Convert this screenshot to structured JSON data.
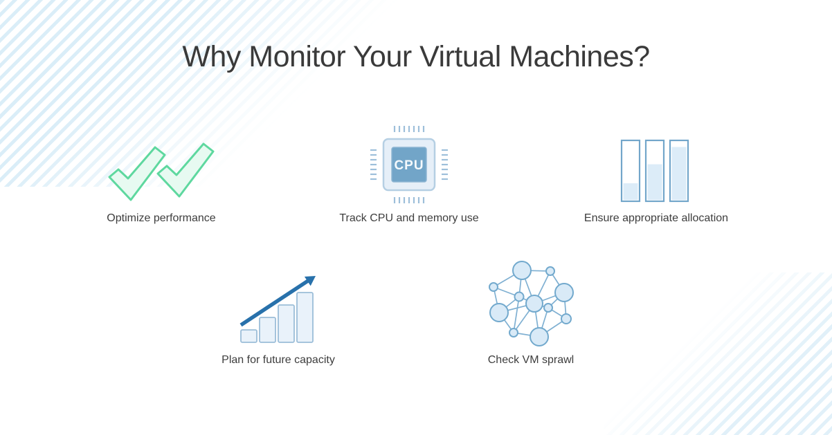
{
  "title": "Why Monitor Your Virtual Machines?",
  "features": [
    {
      "label": "Optimize performance",
      "icon": "double-checkmark-icon"
    },
    {
      "label": "Track CPU and memory use",
      "icon": "cpu-chip-icon",
      "chip_text": "CPU"
    },
    {
      "label": "Ensure appropriate allocation",
      "icon": "allocation-gauges-icon",
      "fill_levels_pct": [
        28,
        60,
        85
      ]
    },
    {
      "label": "Plan for future capacity",
      "icon": "growth-bars-arrow-icon",
      "bar_heights_pct": [
        20,
        40,
        60,
        80
      ]
    },
    {
      "label": "Check VM sprawl",
      "icon": "network-graph-icon"
    }
  ],
  "colors": {
    "title_text": "#3a3a3a",
    "label_text": "#3d3d3d",
    "check_green_stroke": "#5ed89f",
    "check_green_fill": "#e7faf1",
    "chip_blue": "#72a5c8",
    "chip_light_fill": "#e6eff8",
    "chip_outline": "#b5cfe3",
    "gauge_outline": "#72a6ca",
    "gauge_fill": "#dcecf8",
    "bar_fill": "#e9f2fa",
    "bar_outline": "#9bbdd8",
    "arrow_blue": "#2871ab",
    "network_stroke": "#7fb0d2",
    "node_fill": "#d9eaf7",
    "node_stroke": "#72a9cd",
    "stripe_blue": "#bcdff2"
  }
}
